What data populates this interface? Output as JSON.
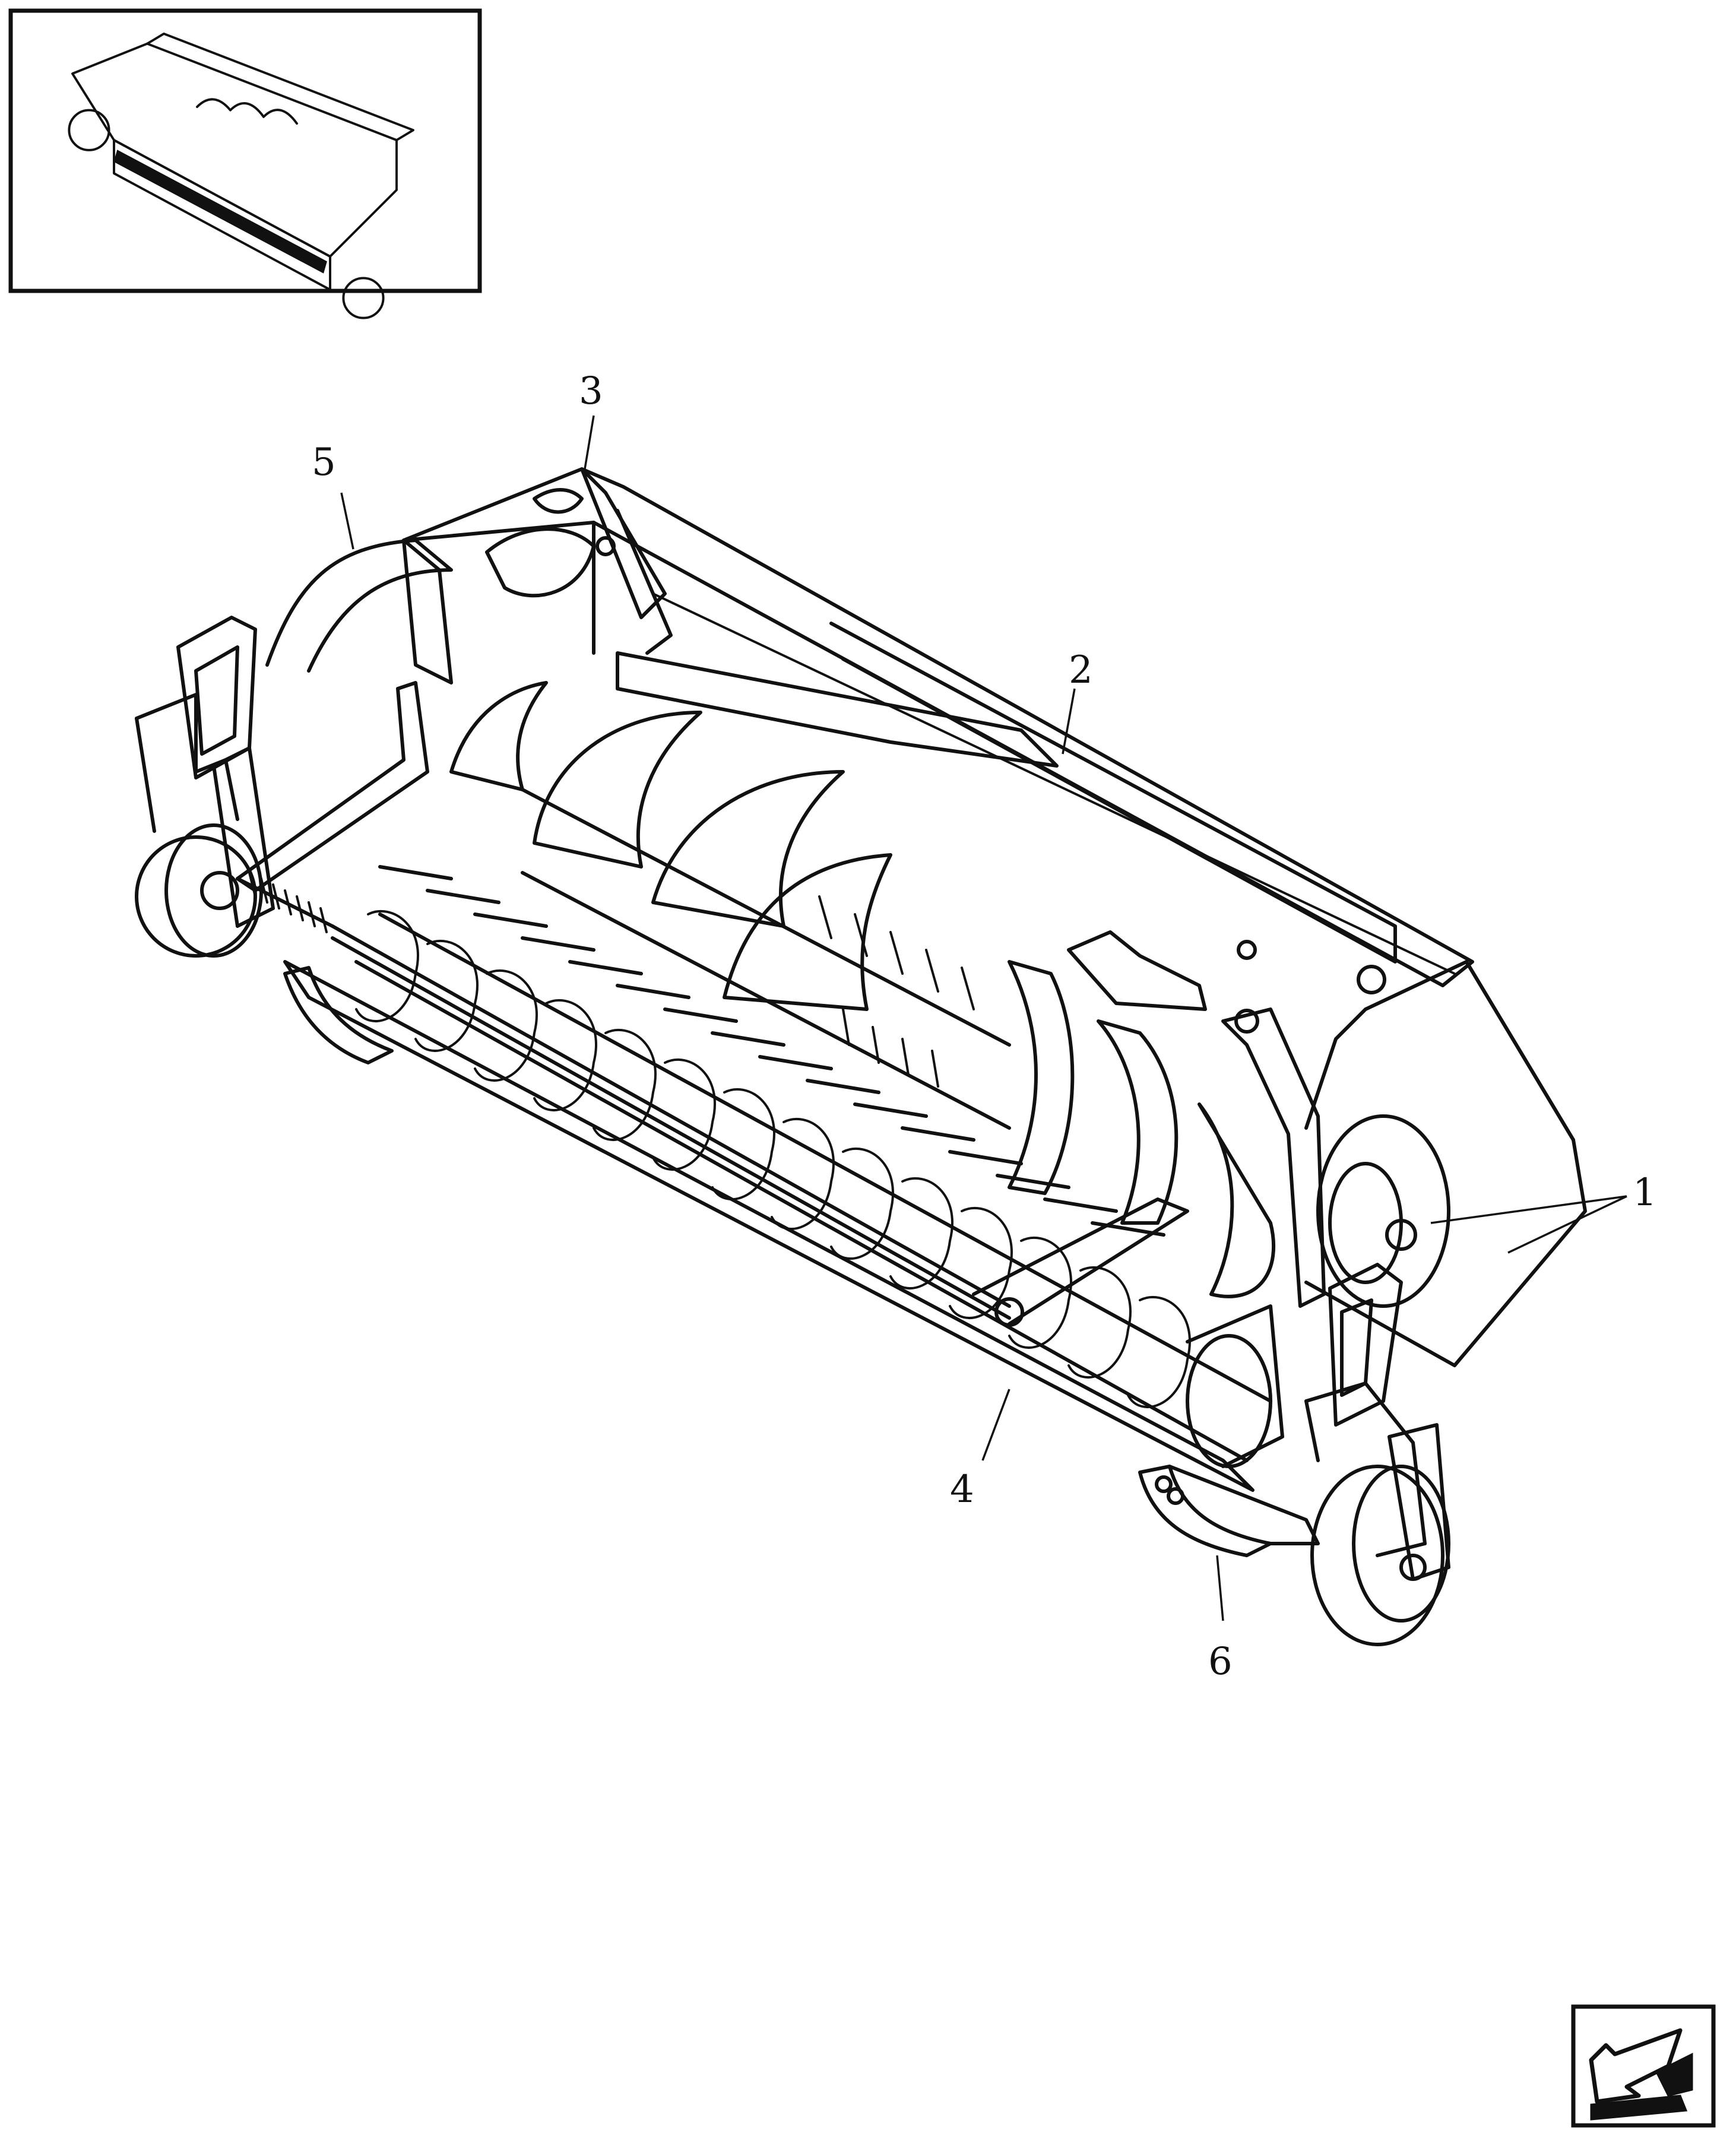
{
  "callouts": [
    {
      "id": "1",
      "label": "1"
    },
    {
      "id": "2",
      "label": "2"
    },
    {
      "id": "3",
      "label": "3"
    },
    {
      "id": "4",
      "label": "4"
    },
    {
      "id": "5",
      "label": "5"
    },
    {
      "id": "6",
      "label": "6"
    }
  ],
  "icons": {
    "thumbnail": "pickup-header-thumbnail",
    "navigation": "next-page-arrow-icon"
  },
  "colors": {
    "line": "#111111",
    "background": "#ffffff"
  }
}
